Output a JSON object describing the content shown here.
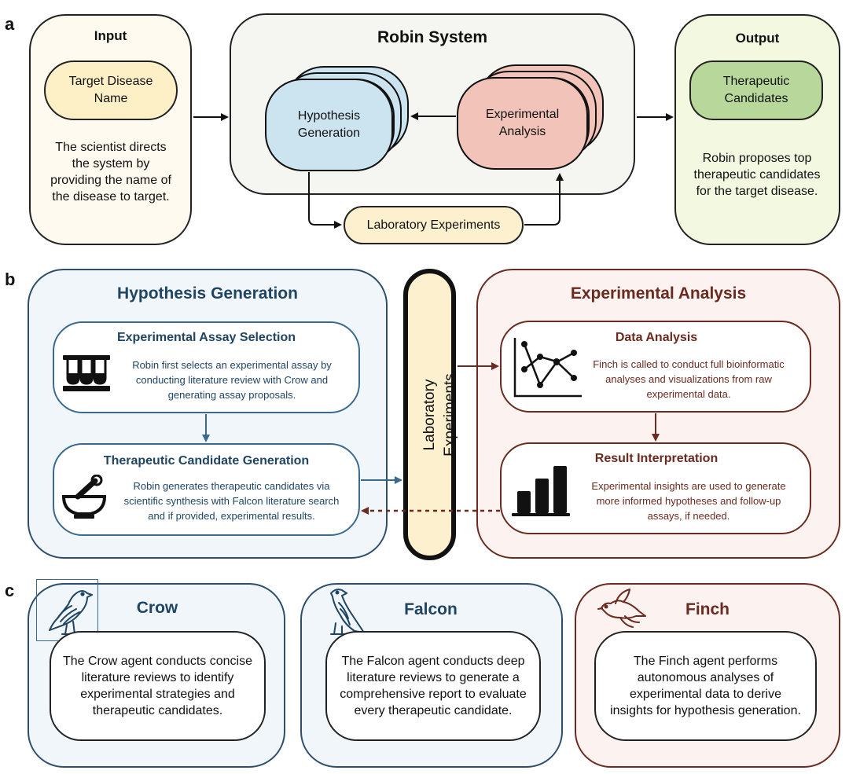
{
  "panel_a": {
    "letter": "a",
    "input": {
      "title": "Input",
      "pill": "Target Disease Name",
      "description": "The scientist directs the system by providing the name of the disease to target."
    },
    "robin": {
      "title": "Robin System",
      "hypothesis": "Hypothesis Generation",
      "analysis": "Experimental Analysis",
      "lab": "Laboratory Experiments"
    },
    "output": {
      "title": "Output",
      "pill": "Therapeutic Candidates",
      "description": "Robin proposes top therapeutic candidates for the target disease."
    }
  },
  "panel_b": {
    "letter": "b",
    "hypothesis_generation": {
      "title": "Hypothesis Generation",
      "assay": {
        "title": "Experimental Assay Selection",
        "description": "Robin first selects an experimental assay by conducting literature review with Crow and generating assay proposals."
      },
      "candidate": {
        "title": "Therapeutic Candidate Generation",
        "description": "Robin generates therapeutic candidates via scientific synthesis with Falcon literature search and if provided, experimental results."
      }
    },
    "lab": "Laboratory Experiments",
    "experimental_analysis": {
      "title": "Experimental Analysis",
      "data": {
        "title": "Data Analysis",
        "description": "Finch is called to conduct full bioinformatic analyses and visualizations from raw experimental data."
      },
      "result": {
        "title": "Result Interpretation",
        "description": "Experimental insights are used to generate more informed hypotheses and follow-up assays, if needed."
      }
    }
  },
  "panel_c": {
    "letter": "c",
    "crow": {
      "title": "Crow",
      "description": "The Crow agent conducts concise literature reviews to identify experimental strategies and therapeutic candidates."
    },
    "falcon": {
      "title": "Falcon",
      "description": "The Falcon agent conducts deep literature reviews to generate a comprehensive report to evaluate every therapeutic candidate."
    },
    "finch": {
      "title": "Finch",
      "description": "The Finch agent performs autonomous analyses of experimental data to derive insights for hypothesis generation."
    }
  },
  "colors": {
    "input_bg": "#fffaf0",
    "input_pill": "#fdefc6",
    "robin_bg": "#f5f5f2",
    "hypothesis_fill": "#cbe4f0",
    "analysis_fill": "#f2c3b8",
    "lab_fill": "#fdf0cf",
    "output_bg": "#f3f8e0",
    "output_pill": "#b7d89a",
    "blue_panel": "#f0f6fa",
    "red_panel": "#fcf2f0",
    "blue_text": "#1f4563",
    "red_text": "#6b2a1f"
  }
}
